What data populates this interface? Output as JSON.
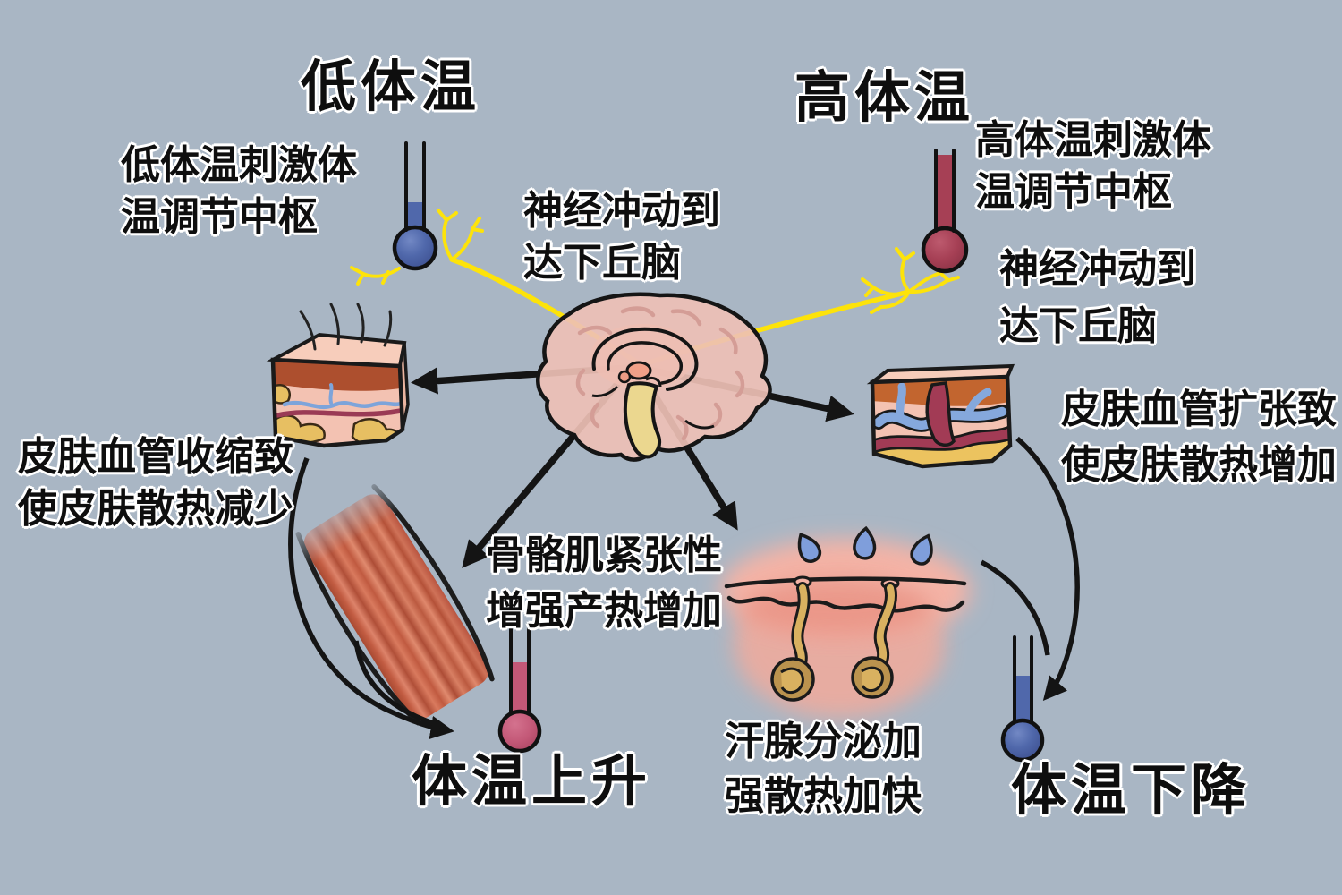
{
  "page": {
    "background": "#a9b6c4"
  },
  "labels": {
    "low_temp_title": "低体温",
    "high_temp_title": "高体温",
    "temp_rise_title": "体温上升",
    "temp_fall_title": "体温下降",
    "low_stimulus": {
      "lines": [
        "低体温刺激体",
        "温调节中枢"
      ]
    },
    "high_stimulus": {
      "lines": [
        "高体温刺激体",
        "温调节中枢"
      ]
    },
    "nerve_impulse_left": {
      "lines": [
        "神经冲动到",
        "达下丘脑"
      ]
    },
    "nerve_impulse_right": {
      "lines": [
        "神经冲动到",
        "达下丘脑"
      ]
    },
    "vasoconstriction": {
      "lines": [
        "皮肤血管收缩致",
        "使皮肤散热减少"
      ]
    },
    "vasodilation": {
      "lines": [
        "皮肤血管扩张致",
        "使皮肤散热增加"
      ]
    },
    "skeletal_muscle": {
      "lines": [
        "骨骼肌紧张性",
        "增强产热增加"
      ]
    },
    "sweat_gland": {
      "lines": [
        "汗腺分泌加",
        "强散热加快"
      ]
    }
  },
  "figures": {
    "brain": "hypothalamus-brain",
    "low_thermometer": "cold-thermometer",
    "high_thermometer": "hot-thermometer",
    "rise_thermometer": "rising-thermometer",
    "fall_thermometer": "falling-thermometer",
    "left_skin": "skin-section-constricted-vessels",
    "right_skin": "skin-section-dilated-vessels",
    "muscle": "skeletal-muscle-band",
    "sweat": "sweat-gland-section",
    "nerves": "yellow-nerve-fibers"
  },
  "colors": {
    "background": "#a9b6c4",
    "text": "#0e0e0e",
    "text_outline": "#ffffff",
    "nerve_yellow": "#fde30a",
    "arrow_black": "#141414",
    "cold_blue": "#5068ab",
    "hot_red": "#a64055",
    "rise_pink": "#c35877",
    "brain_pink": "#eec0b5",
    "brainstem_yellow": "#ebd78f",
    "muscle_red": "#c05a40",
    "skin_pink": "#f3c2b2",
    "epidermis_brown": "#ad4f2e",
    "fat_yellow": "#e7bf62",
    "vessel_blue": "#85a8dc",
    "vessel_red": "#a23b55",
    "gland_tan": "#bb934e",
    "droplet_blue": "#7f9edb"
  }
}
